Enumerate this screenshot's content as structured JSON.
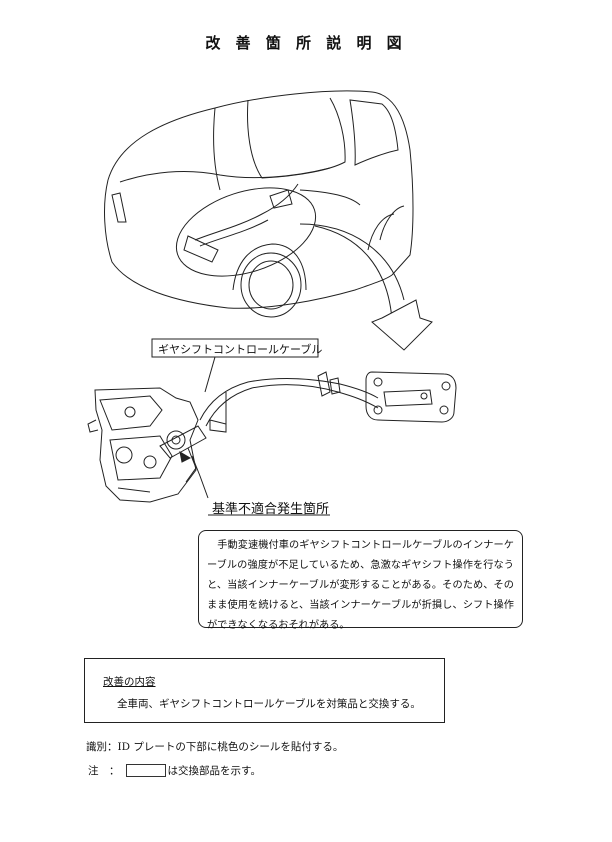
{
  "document": {
    "title": "改 善 箇 所 説 明 図"
  },
  "figure": {
    "callout_cable": "ギヤシフトコントロールケーブル",
    "callout_defect": "基準不適合発生箇所"
  },
  "description": {
    "text": "手動変速機付車のギヤシフトコントロールケーブルのインナーケーブルの強度が不足しているため、急激なギヤシフト操作を行なうと、当該インナーケーブルが変形することがある。そのため、そのまま使用を続けると、当該インナーケーブルが折損し、シフト操作ができなくなるおそれがある。"
  },
  "improvement": {
    "heading": "改善の内容",
    "body": "全車両、ギヤシフトコントロールケーブルを対策品と交換する。"
  },
  "notes": {
    "identification": "識別：ID プレートの下部に桃色のシールを貼付する。",
    "legend_prefix": "注　：",
    "legend_suffix": "は交換部品を示す。"
  }
}
